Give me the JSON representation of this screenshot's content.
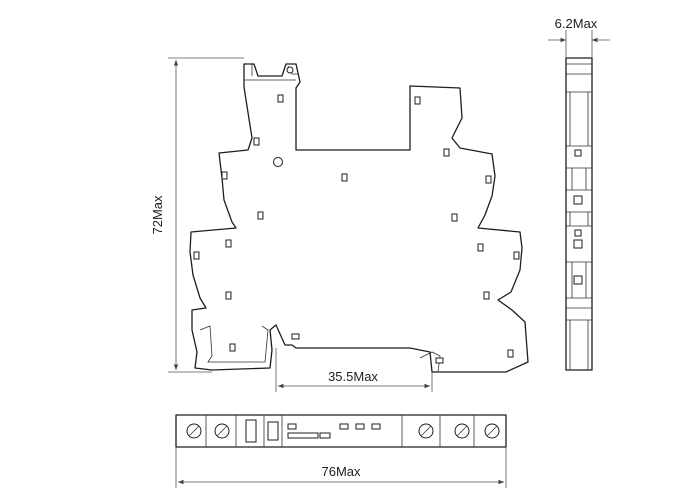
{
  "dimensions": {
    "top_width": "6.2Max",
    "height": "72Max",
    "inner_width": "35.5Max",
    "bottom_width": "76Max"
  },
  "views": [
    "front-view",
    "side-view",
    "top-view"
  ]
}
